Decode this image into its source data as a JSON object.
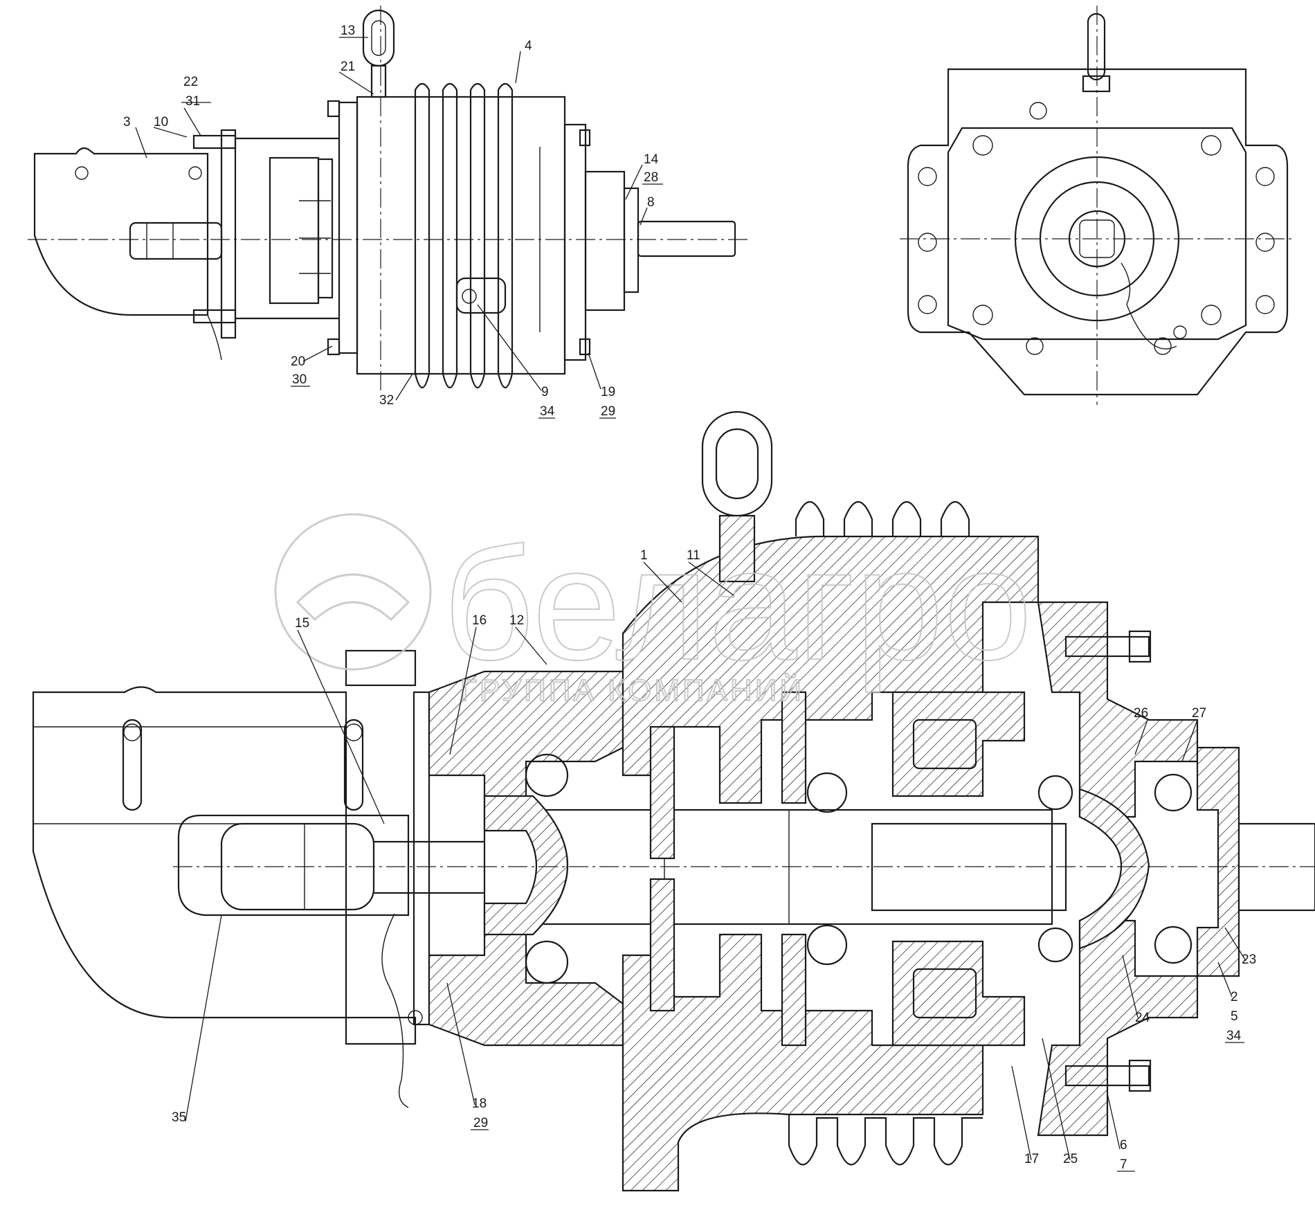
{
  "watermark": {
    "brand": "белагро",
    "tagline": "ГРУППА КОМПАНИЙ"
  },
  "labels": {
    "p1": "1",
    "p2": "2",
    "p3": "3",
    "p4": "4",
    "p5": "5",
    "p6": "6",
    "p7": "7",
    "p8": "8",
    "p9": "9",
    "p10": "10",
    "p11": "11",
    "p12": "12",
    "p13": "13",
    "p14": "14",
    "p15": "15",
    "p16": "16",
    "p17": "17",
    "p18": "18",
    "p19": "19",
    "p20": "20",
    "p21": "21",
    "p22": "22",
    "p23": "23",
    "p24": "24",
    "p25": "25",
    "p26": "26",
    "p27": "27",
    "p28": "28",
    "p29a": "29",
    "p29b": "29",
    "p30": "30",
    "p31": "31",
    "p32": "32",
    "p34a": "34",
    "p34b": "34",
    "p35": "35"
  }
}
